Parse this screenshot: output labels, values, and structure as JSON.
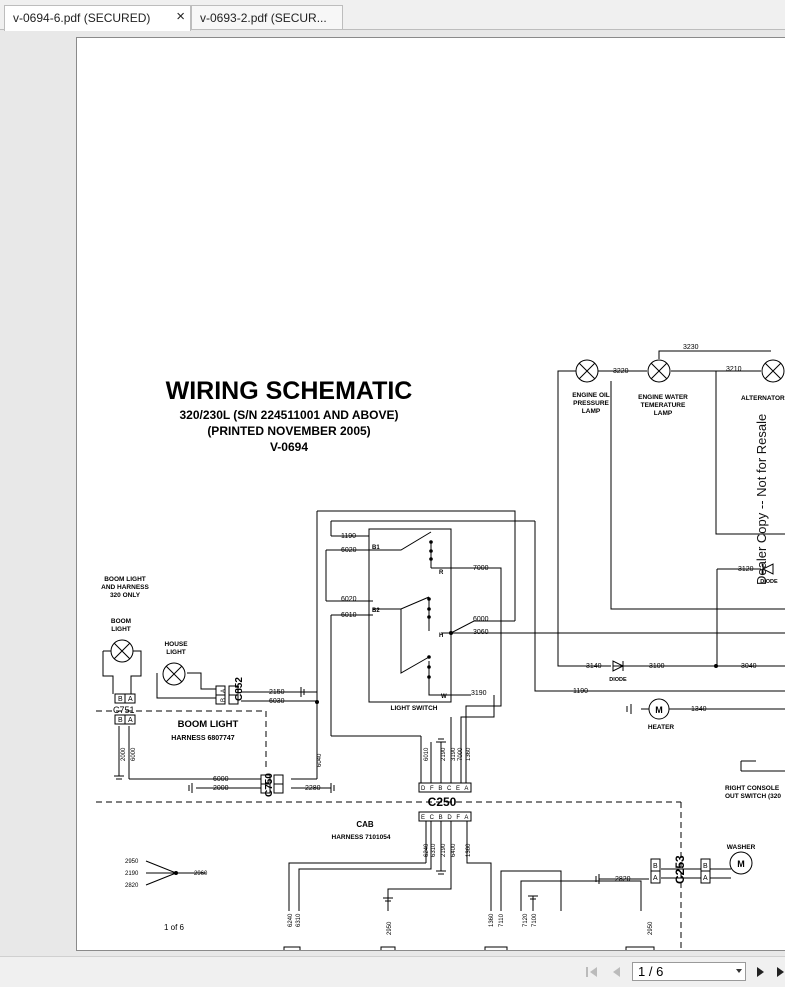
{
  "tabs": [
    {
      "label": "v-0694-6.pdf (SECURED)",
      "close": "×"
    },
    {
      "label": "v-0693-2.pdf (SECUR..."
    }
  ],
  "document": {
    "title": "WIRING SCHEMATIC",
    "subtitle1": "320/230L (S/N 224511001 AND ABOVE)",
    "subtitle2": "(PRINTED NOVEMBER 2005)",
    "subtitle3": "V-0694",
    "page_label": "1 of 6",
    "watermark": "Dealer Copy -- Not for Resale",
    "labels": {
      "engine_oil": [
        "ENGINE OIL",
        "PRESSURE",
        "LAMP"
      ],
      "engine_water": [
        "ENGINE WATER",
        "TEMERATURE",
        "LAMP"
      ],
      "alternator": "ALTERNATOR",
      "boom_light_harness": [
        "BOOM LIGHT",
        "AND HARNESS",
        "320 ONLY"
      ],
      "boom_light": [
        "BOOM",
        "LIGHT"
      ],
      "house_light": [
        "HOUSE",
        "LIGHT"
      ],
      "boom_light_harness2": "BOOM LIGHT",
      "harness_6807747": "HARNESS 6807747",
      "light_switch": "LIGHT SWITCH",
      "diode": "DIODE",
      "heater": "HEATER",
      "right_console": [
        "RIGHT CONSOLE",
        "OUT SWITCH (320"
      ],
      "washer": "WASHER",
      "cab": "CAB",
      "harness_7101054": "HARNESS 7101054"
    },
    "connectors": {
      "c751": "C751",
      "c852": "C852",
      "c750": "C750",
      "c250": "C250",
      "c253": "C253"
    },
    "wires": {
      "w3230": "3230",
      "w3220": "3220",
      "w3210": "3210",
      "w1190": "1190",
      "w6020": "6020",
      "w6020b": "6020",
      "w6010": "6010",
      "w7000": "7000",
      "w6000": "6000",
      "w3060": "3060",
      "w3190": "3190",
      "w3140": "3140",
      "w3100": "3100",
      "w3040": "3040",
      "w3120": "3120",
      "w1190b": "1190",
      "w1340": "1340",
      "w2150": "2150",
      "w6030": "6030",
      "w6000b": "6000",
      "w2000": "2000",
      "w2280": "2280",
      "w6040": "6040",
      "w2000v": "2000",
      "w6000v": "6000",
      "c250_top": [
        "6010",
        "2190",
        "3190",
        "7000",
        "1360"
      ],
      "c250_bot": [
        "6240",
        "6310",
        "2190",
        "6400",
        "1360"
      ],
      "w2950": "2950",
      "w2190": "2190",
      "w2820": "2820",
      "w2960": "2960",
      "w2820b": "2820",
      "bottom": [
        "6240",
        "6310",
        "2950",
        "1360",
        "7110",
        "7120",
        "7100",
        "2950"
      ]
    },
    "pins": {
      "switch_b1": "B1",
      "switch_b2": "B2",
      "switch_r": "R",
      "switch_h": "H",
      "switch_w": "W",
      "c250_top_pins": "D F B C E A",
      "c250_bot_pins": "E C B D F A",
      "ba": [
        "B",
        "A"
      ],
      "m": "M"
    }
  },
  "toolbar": {
    "page_indicator": "1 / 6"
  }
}
